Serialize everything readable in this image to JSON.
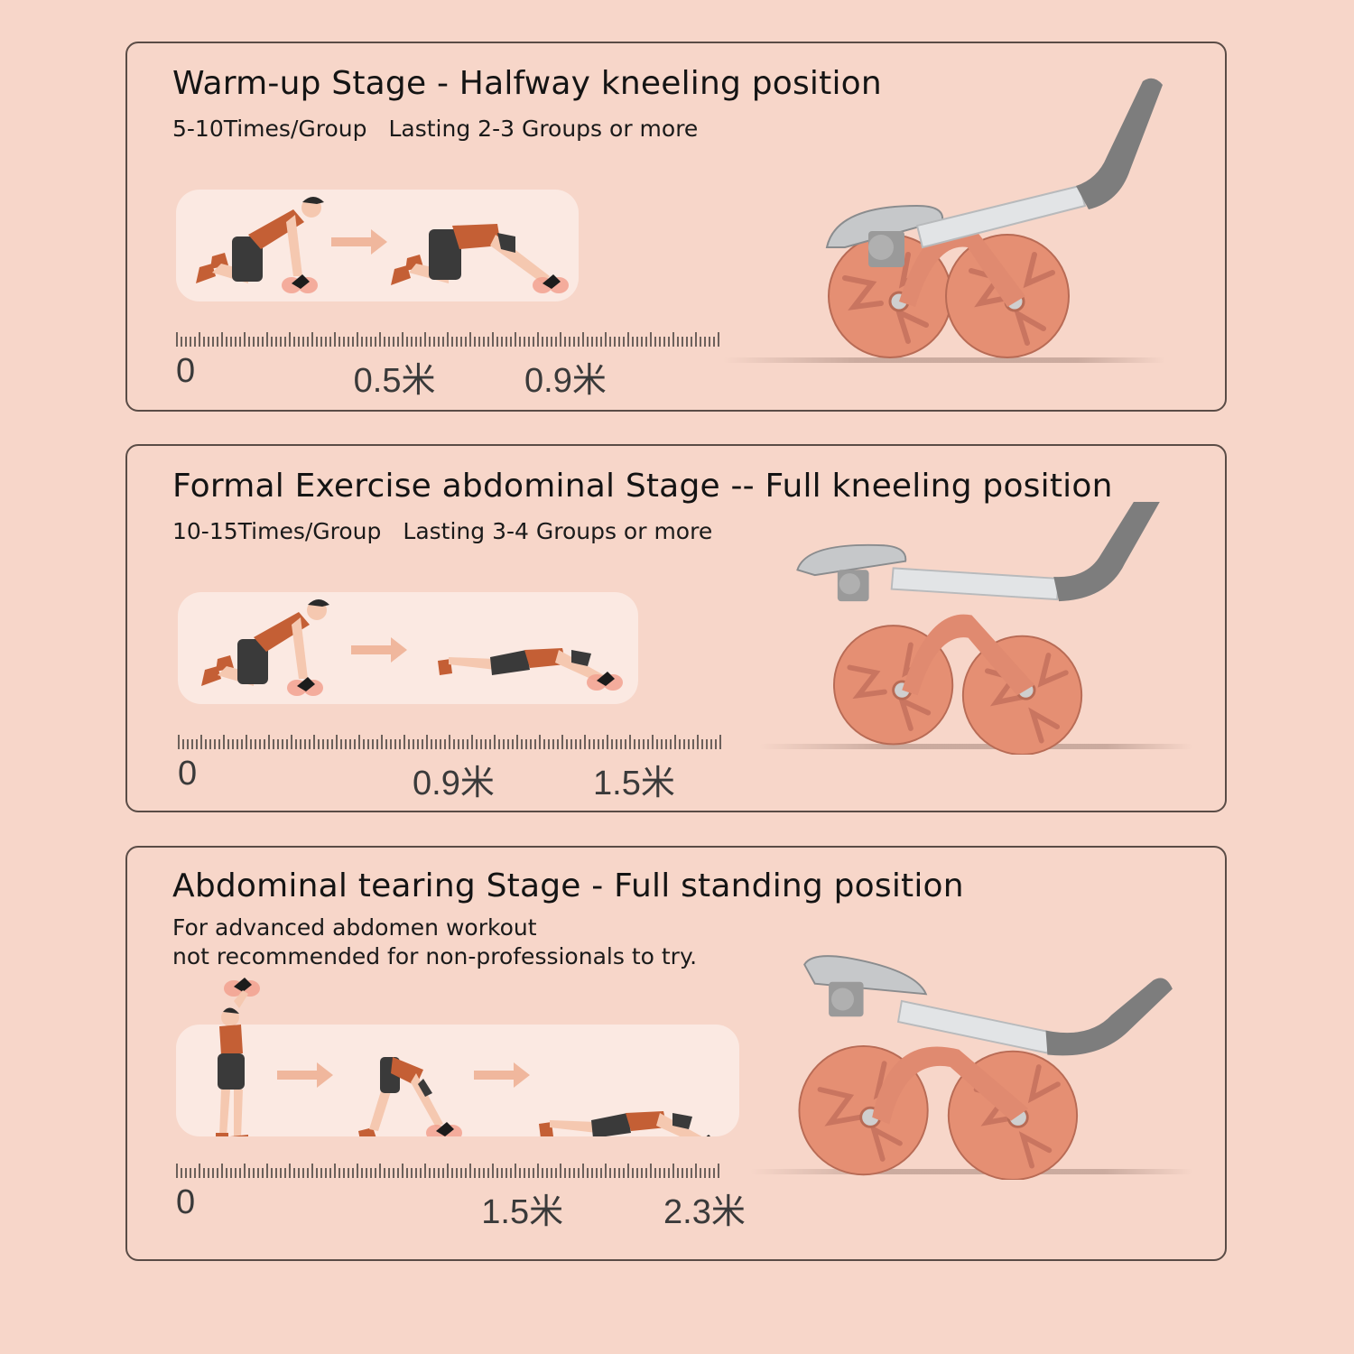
{
  "colors": {
    "background": "#f7d6c9",
    "panel_border": "#5a4c46",
    "illustration_bg": "#fbe9e2",
    "wheel": "#e58f73",
    "grip": "#7d7d7d",
    "tube": "#d9dcde",
    "arrow": "#f0b79d",
    "shirt": "#c45f35",
    "shorts": "#3a3a3a",
    "skin": "#f5c8b0"
  },
  "stages": [
    {
      "title": "Warm-up Stage - Halfway kneeling position",
      "subtitle_parts": [
        "5-10Times/Group",
        "Lasting 2-3 Groups or more"
      ],
      "poses": [
        "kneeling-start",
        "kneeling-halfway"
      ],
      "ruler": {
        "unit": "米",
        "ticks": [
          {
            "value": 0,
            "label": "0"
          },
          {
            "value": 0.5,
            "label": "0.5米"
          },
          {
            "value": 0.9,
            "label": "0.9米"
          }
        ]
      },
      "product_icon": "ab-roller-icon"
    },
    {
      "title": "Formal Exercise abdominal Stage -- Full kneeling position",
      "subtitle_parts": [
        "10-15Times/Group",
        "Lasting 3-4 Groups or more"
      ],
      "poses": [
        "kneeling-start",
        "kneeling-full"
      ],
      "ruler": {
        "unit": "米",
        "ticks": [
          {
            "value": 0,
            "label": "0"
          },
          {
            "value": 0.9,
            "label": "0.9米"
          },
          {
            "value": 1.5,
            "label": "1.5米"
          }
        ]
      },
      "product_icon": "ab-roller-icon"
    },
    {
      "title": "Abdominal tearing Stage - Full standing position",
      "subtitle_lines": [
        "For advanced abdomen workout",
        "not recommended for non-professionals to try."
      ],
      "poses": [
        "standing",
        "pike",
        "standing-full"
      ],
      "ruler": {
        "unit": "米",
        "ticks": [
          {
            "value": 0,
            "label": "0"
          },
          {
            "value": 1.5,
            "label": "1.5米"
          },
          {
            "value": 2.3,
            "label": "2.3米"
          }
        ]
      },
      "product_icon": "ab-roller-icon"
    }
  ]
}
